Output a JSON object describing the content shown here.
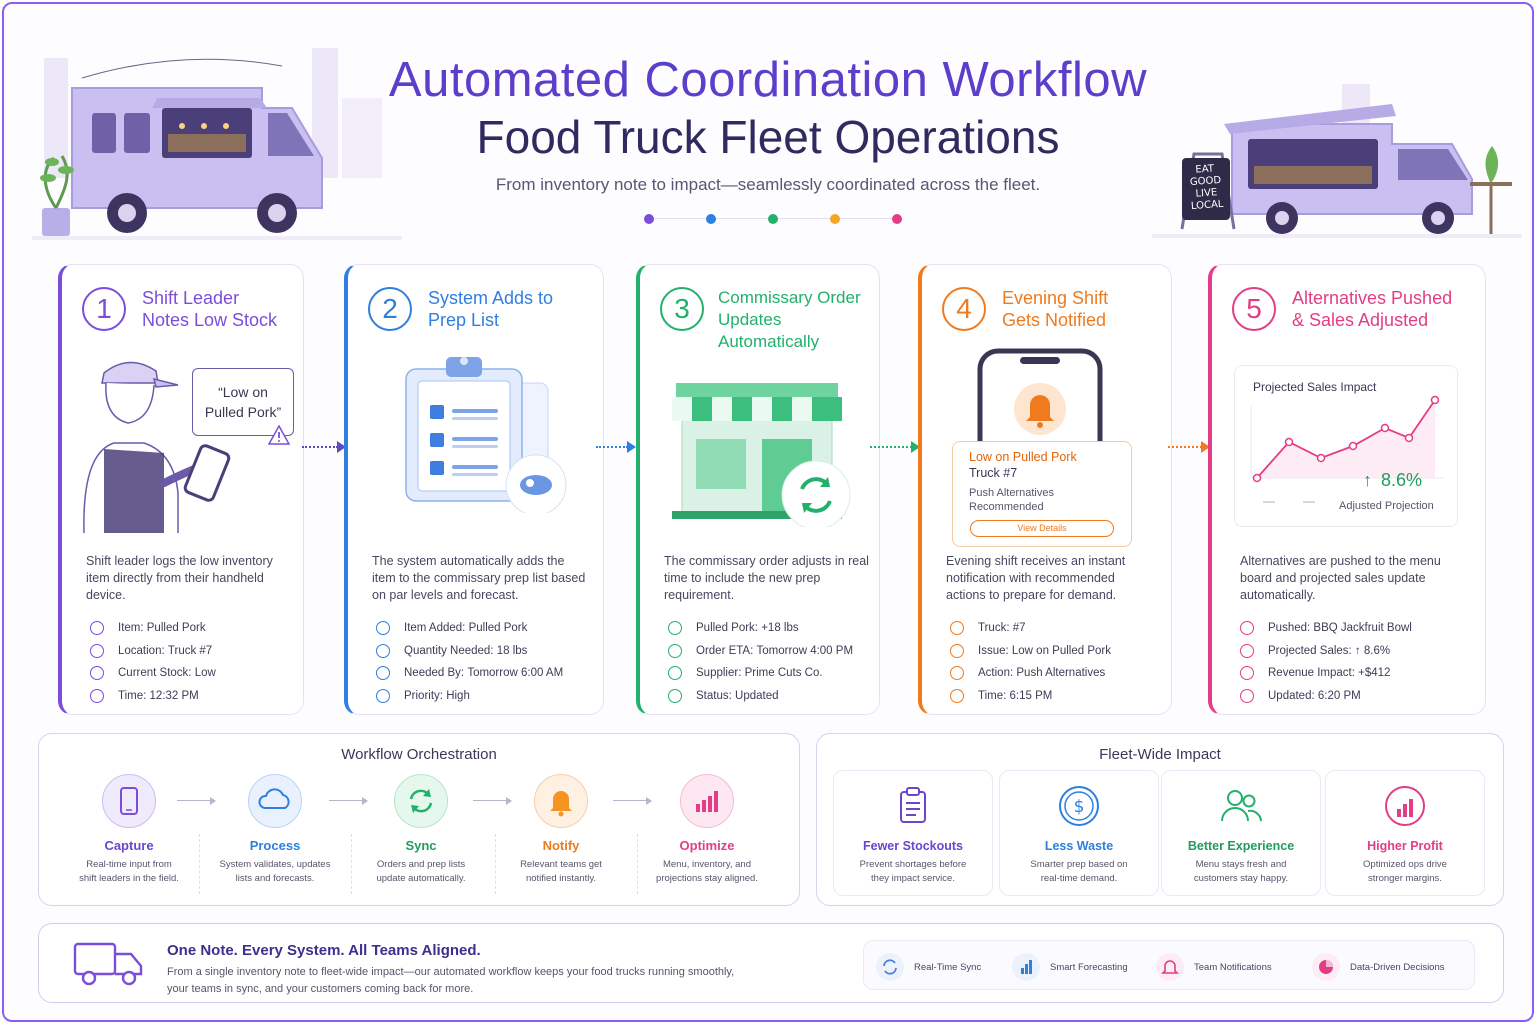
{
  "header": {
    "title_line1": "Automated Coordination Workflow",
    "title_line2": "Food Truck Fleet Operations",
    "subtitle": "From inventory note to impact—seamlessly coordinated across the fleet."
  },
  "colors": {
    "purple": "#7c4ddb",
    "blue": "#2f7fe0",
    "green": "#22b06b",
    "orange": "#f07a1e",
    "pink": "#e23d86"
  },
  "sign": {
    "lines": [
      "EAT",
      "GOOD",
      "LIVE",
      "LOCAL"
    ]
  },
  "steps": [
    {
      "number": "1",
      "title_line1": "Shift Leader",
      "title_line2": "Notes Low Stock",
      "bubble_line1": "“Low on",
      "bubble_line2": "Pulled Pork”",
      "description": "Shift leader logs the low inventory item directly from their handheld device.",
      "facts": [
        {
          "label": "Item:",
          "value": "Pulled Pork"
        },
        {
          "label": "Location:",
          "value": "Truck #7"
        },
        {
          "label": "Current Stock:",
          "value": "Low"
        },
        {
          "label": "Time:",
          "value": "12:32 PM"
        }
      ]
    },
    {
      "number": "2",
      "title_line1": "System Adds to",
      "title_line2": "Prep List",
      "description": "The system automatically adds the item to the commissary prep list based on par levels and forecast.",
      "facts": [
        {
          "label": "Item Added:",
          "value": "Pulled Pork"
        },
        {
          "label": "Quantity Needed:",
          "value": "18 lbs"
        },
        {
          "label": "Needed By:",
          "value": "Tomorrow 6:00 AM"
        },
        {
          "label": "Priority:",
          "value": "High"
        }
      ]
    },
    {
      "number": "3",
      "title_line1": "Commissary Order",
      "title_line2": "Updates Automatically",
      "description": "The commissary order adjusts in real time to include the new prep requirement.",
      "facts": [
        {
          "label": "Pulled Pork:",
          "value": "+18 lbs"
        },
        {
          "label": "Order ETA:",
          "value": "Tomorrow 4:00 PM"
        },
        {
          "label": "Supplier:",
          "value": "Prime Cuts Co."
        },
        {
          "label": "Status:",
          "value": "Updated"
        }
      ]
    },
    {
      "number": "4",
      "title_line1": "Evening Shift",
      "title_line2": "Gets Notified",
      "notification": {
        "line1": "Low on Pulled Pork",
        "line2": "Truck #7",
        "line3": "Push Alternatives",
        "line4": "Recommended",
        "button": "View Details"
      },
      "description": "Evening shift receives an instant notification with recommended actions to prepare for demand.",
      "facts": [
        {
          "label": "Truck:",
          "value": "#7"
        },
        {
          "label": "Issue:",
          "value": "Low on Pulled Pork"
        },
        {
          "label": "Action:",
          "value": "Push Alternatives"
        },
        {
          "label": "Time:",
          "value": "6:15 PM"
        }
      ]
    },
    {
      "number": "5",
      "title_line1": "Alternatives Pushed",
      "title_line2": "& Sales Adjusted",
      "mini_chart": {
        "title": "Projected Sales Impact",
        "change": "8.6%",
        "caption": "Adjusted Projection"
      },
      "description": "Alternatives are pushed to the menu board and projected sales update automatically.",
      "facts": [
        {
          "label": "Pushed:",
          "value": "BBQ Jackfruit Bowl"
        },
        {
          "label": "Projected Sales:",
          "value": "↑ 8.6%"
        },
        {
          "label": "Revenue Impact:",
          "value": "+$412"
        },
        {
          "label": "Updated:",
          "value": "6:20 PM"
        }
      ]
    }
  ],
  "orchestration": {
    "title": "Workflow Orchestration",
    "items": [
      {
        "label": "Capture",
        "line1": "Real-time input from",
        "line2": "shift leaders in the field."
      },
      {
        "label": "Process",
        "line1": "System validates, updates",
        "line2": "lists and forecasts."
      },
      {
        "label": "Sync",
        "line1": "Orders and prep lists",
        "line2": "update automatically."
      },
      {
        "label": "Notify",
        "line1": "Relevant teams get",
        "line2": "notified instantly."
      },
      {
        "label": "Optimize",
        "line1": "Menu, inventory, and",
        "line2": "projections stay aligned."
      }
    ]
  },
  "impact": {
    "title": "Fleet-Wide Impact",
    "items": [
      {
        "label": "Fewer Stockouts",
        "line1": "Prevent shortages before",
        "line2": "they impact service."
      },
      {
        "label": "Less Waste",
        "line1": "Smarter prep based on",
        "line2": "real-time demand."
      },
      {
        "label": "Better Experience",
        "line1": "Menu stays fresh and",
        "line2": "customers stay happy."
      },
      {
        "label": "Higher Profit",
        "line1": "Optimized ops drive",
        "line2": "stronger margins."
      }
    ]
  },
  "footer": {
    "title": "One Note. Every System. All Teams Aligned.",
    "line1": "From a single inventory note to fleet-wide impact—our automated workflow keeps your food trucks running smoothly,",
    "line2": "your teams in sync, and your customers coming back for more.",
    "pills": [
      "Real-Time Sync",
      "Smart Forecasting",
      "Team Notifications",
      "Data-Driven Decisions"
    ]
  }
}
